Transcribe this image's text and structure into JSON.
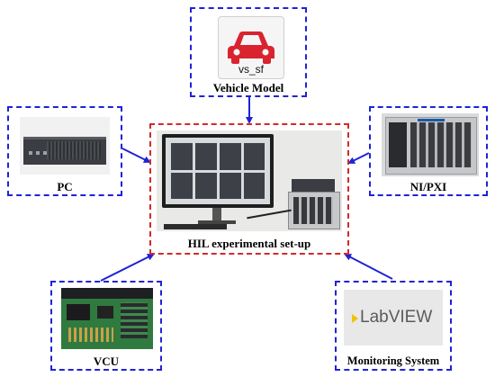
{
  "nodes": {
    "vehicle_model": {
      "label": "Vehicle Model",
      "icon_text": "vs_sf"
    },
    "pc": {
      "label": "PC"
    },
    "nipxi": {
      "label": "NI/PXI"
    },
    "hil": {
      "label": "HIL experimental set-up"
    },
    "vcu": {
      "label": "VCU"
    },
    "monitoring": {
      "label": "Monitoring System",
      "logo_text": "LabVIEW"
    }
  },
  "colors": {
    "box_border": "#1f23d6",
    "center_border": "#d42a2a",
    "arrow": "#1f23d6",
    "car_red": "#d9232f"
  }
}
